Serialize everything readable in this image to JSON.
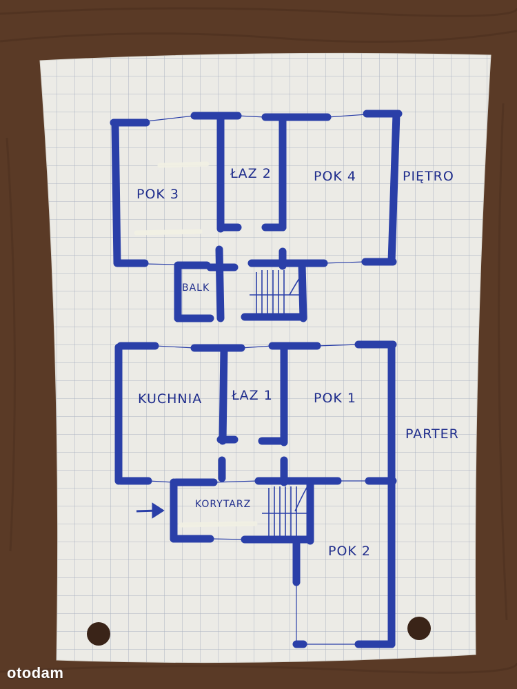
{
  "floors": {
    "upper": {
      "name": "PIĘTRO",
      "rooms": {
        "pok3": "POK 3",
        "laz2": "ŁAZ 2",
        "pok4": "POK 4",
        "balkon": "BALK"
      }
    },
    "ground": {
      "name": "PARTER",
      "rooms": {
        "kuchnia": "KUCHNIA",
        "laz1": "ŁAZ 1",
        "pok1": "POK 1",
        "korytarz": "KORYTARZ",
        "pok2": "POK 2"
      }
    }
  },
  "watermark": "otodam",
  "colors": {
    "ink": "#2a3fa8",
    "paper": "#ecebe6",
    "grid": "#a7b0c0",
    "table": "#5a3a26"
  }
}
